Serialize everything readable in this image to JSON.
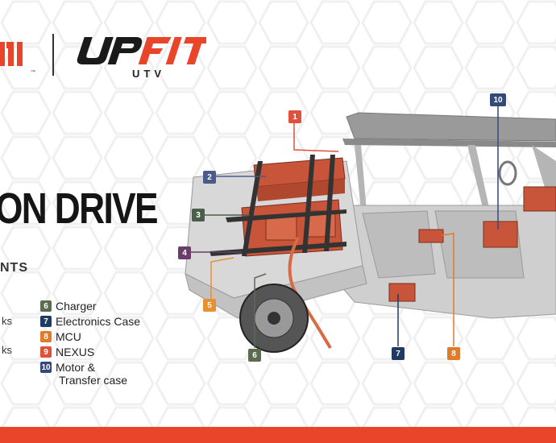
{
  "header": {
    "tm_mark": "™",
    "partner_logo_name": "UPFIT",
    "partner_logo_sub": "UTV"
  },
  "headline": "ON DRIVE",
  "subheading": "NTS",
  "left_fragments": [
    "ks",
    "ks"
  ],
  "legend": [
    {
      "num": "6",
      "label": "Charger",
      "color": "#5b6b4f"
    },
    {
      "num": "7",
      "label": "Electronics Case",
      "color": "#1f3a63"
    },
    {
      "num": "8",
      "label": "MCU",
      "color": "#e07b2a"
    },
    {
      "num": "9",
      "label": "NEXUS",
      "color": "#e0503a"
    },
    {
      "num": "10",
      "label": "Motor &",
      "label2": "Transfer case",
      "color": "#34497a"
    }
  ],
  "callouts": [
    {
      "num": "1",
      "color": "#e0503a"
    },
    {
      "num": "2",
      "color": "#4a5a8a"
    },
    {
      "num": "3",
      "color": "#4a5e48"
    },
    {
      "num": "4",
      "color": "#6a3d6b"
    },
    {
      "num": "5",
      "color": "#e8902f"
    },
    {
      "num": "6",
      "color": "#5b6b4f"
    },
    {
      "num": "7",
      "color": "#1f3a63"
    },
    {
      "num": "8",
      "color": "#e07b2a"
    },
    {
      "num": "10",
      "color": "#34497a"
    }
  ],
  "colors": {
    "accent": "#e8452a",
    "component": "#c8553a",
    "body_gray": "#bfbfbf"
  }
}
